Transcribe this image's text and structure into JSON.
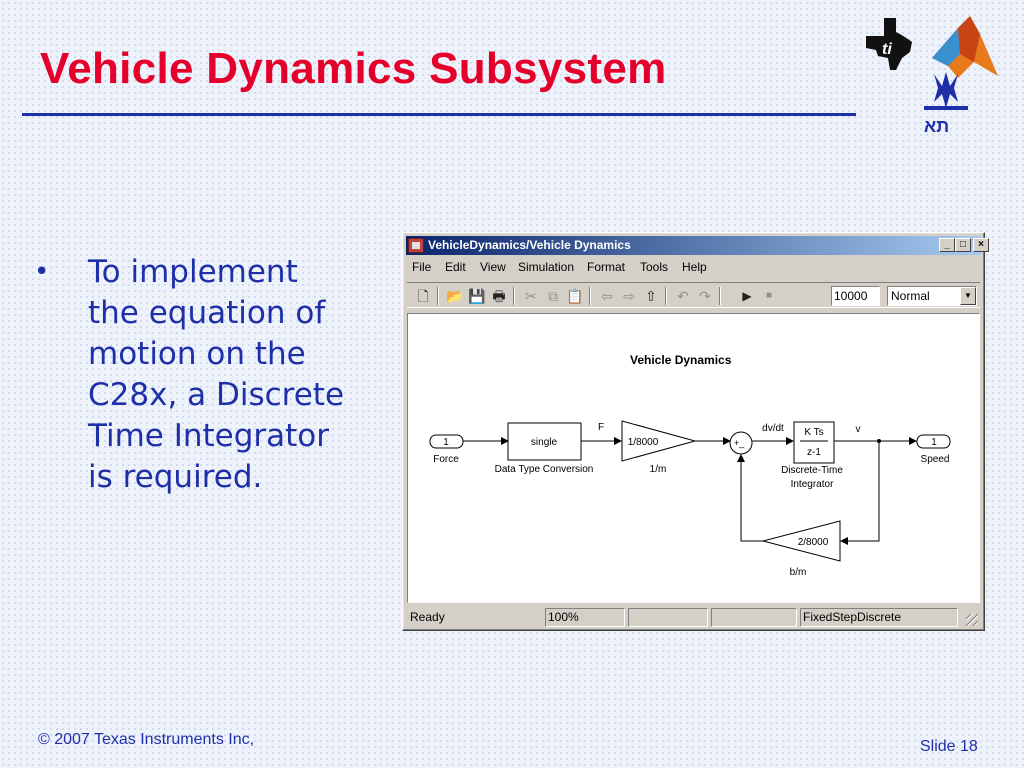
{
  "slide": {
    "title": "Vehicle Dynamics Subsystem",
    "bullet": "To implement\nthe equation of\nmotion on the\nC28x, a Discrete\nTime Integrator\nis required.",
    "footer_left": "© 2007 Texas Instruments Inc,",
    "footer_right": "Slide 18",
    "accent_color": "#e4002b",
    "text_color": "#1f2fa8"
  },
  "logos": [
    "texas-ti-logo-icon",
    "matlab-logo-icon",
    "tel-aviv-university-logo-icon"
  ],
  "window": {
    "title": "VehicleDynamics/Vehicle Dynamics",
    "controls": [
      "_",
      "□",
      "×"
    ],
    "menu": [
      "File",
      "Edit",
      "View",
      "Simulation",
      "Format",
      "Tools",
      "Help"
    ],
    "toolbar_icons": [
      "new-icon",
      "open-icon",
      "save-icon",
      "print-icon",
      "cut-icon",
      "copy-icon",
      "paste-icon",
      "back-icon",
      "forward-icon",
      "up-icon",
      "undo-icon",
      "redo-icon",
      "start-icon",
      "stop-icon"
    ],
    "stop_time": "10000",
    "sim_mode": "Normal",
    "status": {
      "state": "Ready",
      "zoom": "100%",
      "solver": "FixedStepDiscrete"
    }
  },
  "diagram": {
    "title": "Vehicle Dynamics",
    "inport": {
      "number": "1",
      "label": "Force"
    },
    "dtc": {
      "text": "single",
      "label": "Data Type Conversion"
    },
    "signal_f": "F",
    "gain1": {
      "text": "1/8000",
      "label": "1/m"
    },
    "sum_signs": "+_",
    "signal_dvdt": "dv/dt",
    "integrator": {
      "num": "K Ts",
      "den": "z-1",
      "label1": "Discrete-Time",
      "label2": "Integrator"
    },
    "signal_v": "v",
    "outport": {
      "number": "1",
      "label": "Speed"
    },
    "gain2": {
      "text": "2/8000",
      "label": "b/m"
    }
  }
}
